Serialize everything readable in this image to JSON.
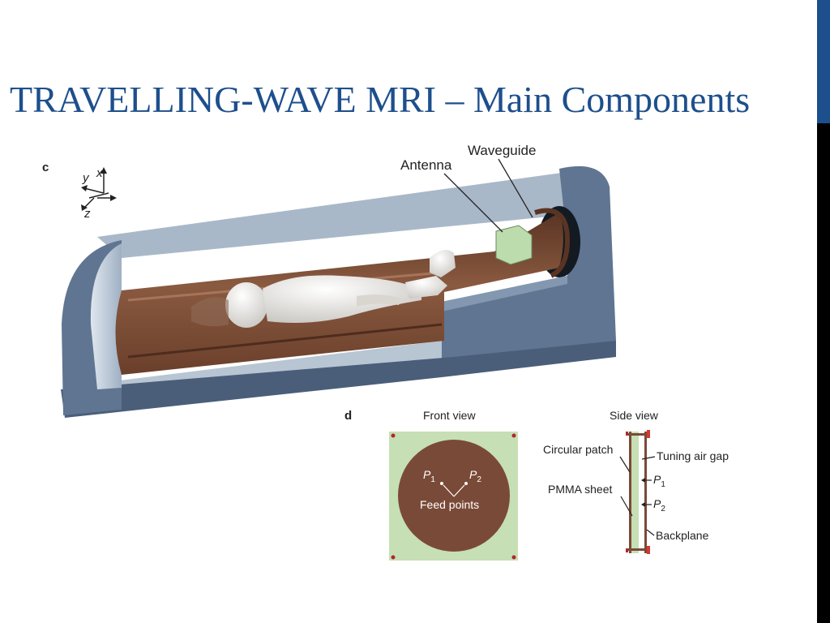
{
  "slide": {
    "title": "TRAVELLING-WAVE MRI – Main Components"
  },
  "figure_c": {
    "panel_letter": "c",
    "axes": {
      "y": "y",
      "x": "x",
      "z": "z"
    },
    "labels": {
      "antenna": "Antenna",
      "waveguide": "Waveguide"
    }
  },
  "figure_d": {
    "panel_letter": "d",
    "front_view": {
      "title": "Front view",
      "p1": "P",
      "p1_sub": "1",
      "p2": "P",
      "p2_sub": "2",
      "feed": "Feed points"
    },
    "side_view": {
      "title": "Side view",
      "circular_patch": "Circular patch",
      "tuning_air_gap": "Tuning air gap",
      "pmma_sheet": "PMMA sheet",
      "p1": "P",
      "p1_sub": "1",
      "p2": "P",
      "p2_sub": "2",
      "backplane": "Backplane"
    }
  },
  "colors": {
    "title": "#1d4f8c",
    "bore_copper": "#7a4a33",
    "housing": "#5d7391",
    "patch_green": "#c6dfb4",
    "patch_brown": "#7a4a38"
  }
}
